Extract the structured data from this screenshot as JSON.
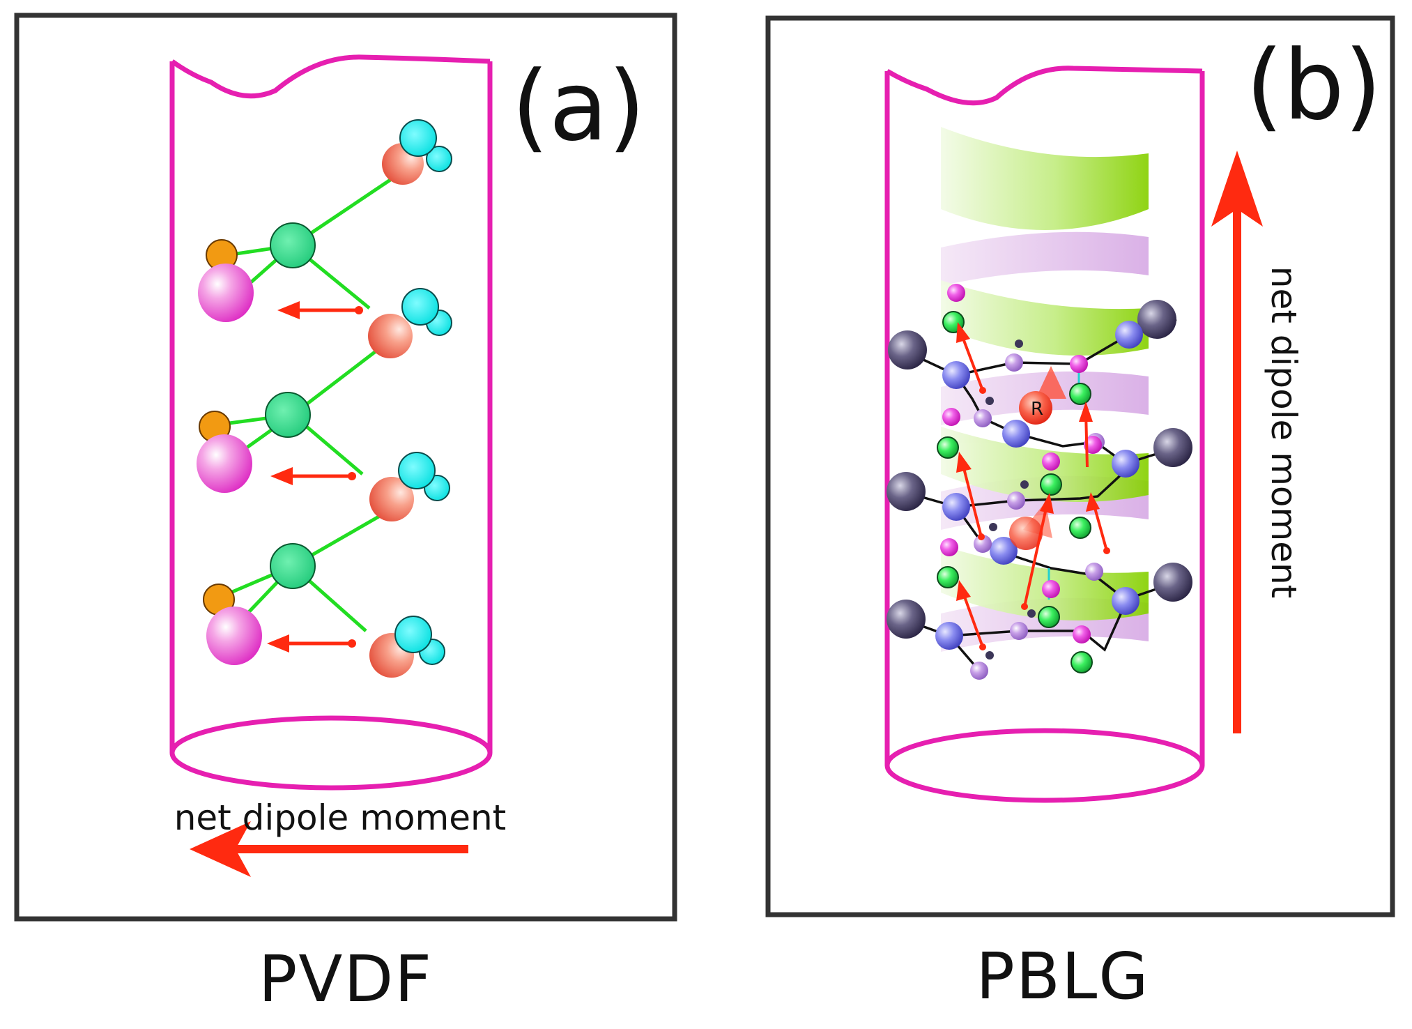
{
  "panel_a": {
    "label": "(a)",
    "caption": "PVDF",
    "arrow_label": "net dipole moment"
  },
  "panel_b": {
    "label": "(b)",
    "caption": "PBLG",
    "arrow_label": "net dipole moment",
    "side_group_label": "R"
  },
  "colors": {
    "frame": "#333333",
    "tube": "#e61fb0",
    "arrow": "#ff2a10",
    "backbone": "#22dd22",
    "carbon": "#2ed88a",
    "fluorine": "#00e0e0",
    "hydrogen": "#f09a10",
    "helix_green": "#8fd600",
    "helix_pink": "#e2b6ea",
    "nitrogen": "#7070e0",
    "side_atom": "#3b3554"
  }
}
